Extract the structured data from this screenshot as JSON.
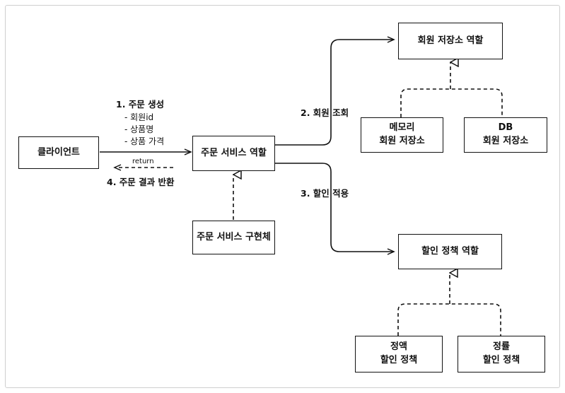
{
  "nodes": {
    "client": "클라이언트",
    "order_service_role": "주문 서비스 역할",
    "order_service_impl": "주문 서비스 구현체",
    "member_repo_role": "회원 저장소 역할",
    "memory_repo": [
      "메모리",
      "회원 저장소"
    ],
    "db_repo": [
      "DB",
      "회원 저장소"
    ],
    "discount_policy_role": "할인 정책 역할",
    "fixed_discount": [
      "정액",
      "할인 정책"
    ],
    "rate_discount": [
      "정률",
      "할인 정책"
    ]
  },
  "edges": {
    "create_order": "1. 주문 생성",
    "create_order_params": [
      "- 회원id",
      "- 상품명",
      "- 상품 가격"
    ],
    "return": "return",
    "return_result": "4. 주문 결과 반환",
    "find_member": "2. 회원 조회",
    "apply_discount": "3. 할인 적용"
  }
}
